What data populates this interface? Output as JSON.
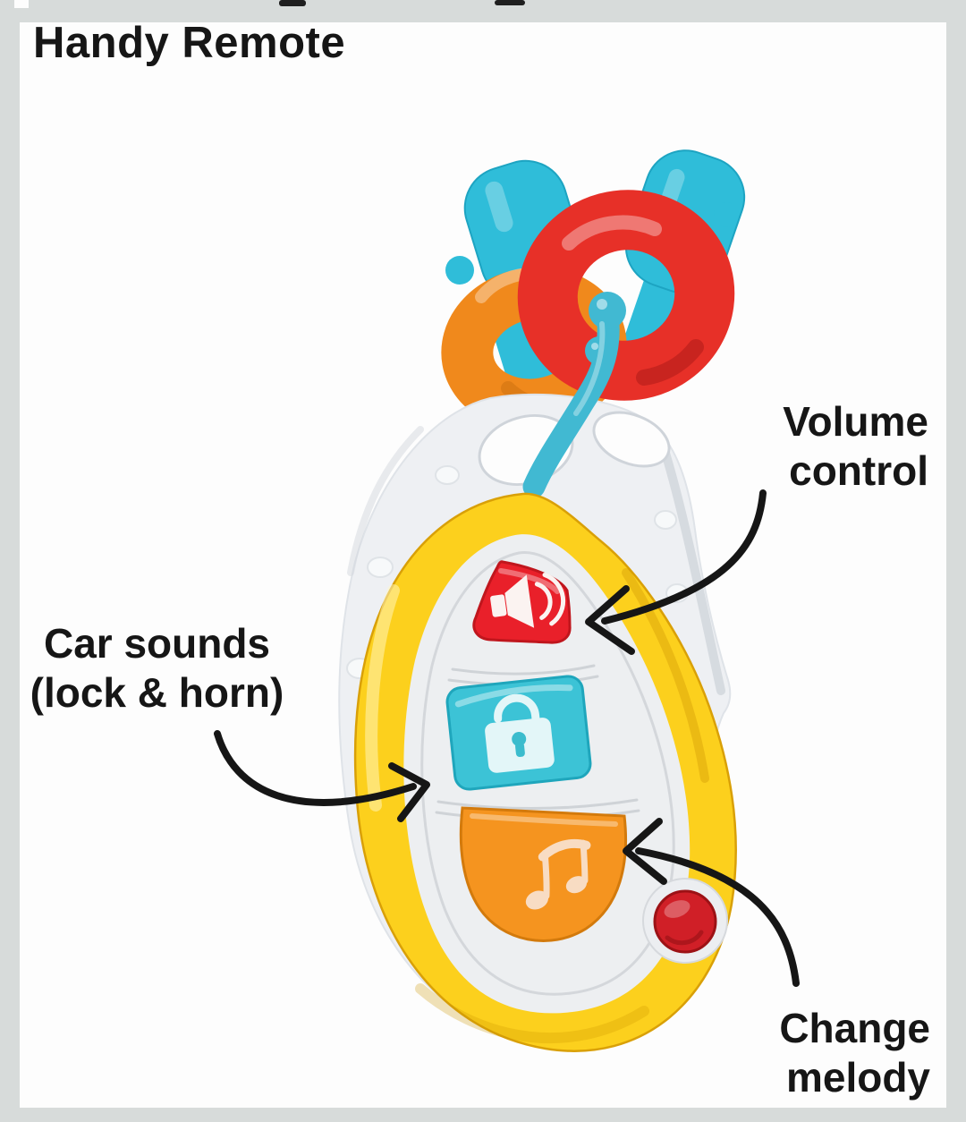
{
  "window": {
    "background": "#d7dbda",
    "card_background": "#fdfdfd"
  },
  "header": {
    "title": "Handy Remote"
  },
  "annotations": {
    "volume_control": {
      "label": "Volume\ncontrol"
    },
    "car_sounds": {
      "label": "Car sounds\n(lock & horn)"
    },
    "change_melody": {
      "label": "Change\nmelody"
    }
  },
  "product": {
    "buttons": [
      {
        "name": "volume",
        "icon": "speaker-icon",
        "color_key": "button_red"
      },
      {
        "name": "car-sounds",
        "icon": "lock-icon",
        "color_key": "button_teal"
      },
      {
        "name": "melody",
        "icon": "music-note-icon",
        "color_key": "button_orange"
      },
      {
        "name": "small-round-button",
        "icon": "",
        "color_key": "dot_red"
      }
    ],
    "parts": [
      {
        "name": "toy-key-left",
        "color_key": "key_blue"
      },
      {
        "name": "toy-key-right",
        "color_key": "key_blue"
      },
      {
        "name": "orange-ring",
        "color_key": "ring_orange"
      },
      {
        "name": "red-ring",
        "color_key": "ring_red"
      },
      {
        "name": "blue-clip-ring",
        "color_key": "clip_blue"
      },
      {
        "name": "remote-shell",
        "color_key": "shell_white"
      },
      {
        "name": "remote-face",
        "color_key": "body_yellow"
      },
      {
        "name": "button-panel",
        "color_key": "panel_white"
      }
    ]
  },
  "colors": {
    "key_blue": "#2fbdd9",
    "ring_orange": "#f0891c",
    "ring_red": "#e73028",
    "clip_blue": "#41b9d2",
    "shell_white": "#eef0f3",
    "body_yellow": "#fcd01d",
    "panel_white": "#edeff1",
    "button_red": "#e9202a",
    "button_teal": "#3cc3d6",
    "button_orange": "#f5941f",
    "dot_red": "#d01f27",
    "annotation_black": "#161616"
  }
}
